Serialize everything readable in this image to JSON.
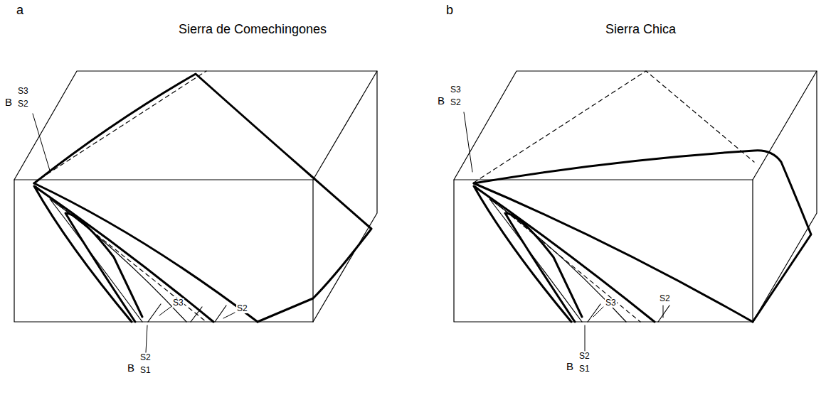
{
  "diagram": {
    "labels": [
      "a",
      "b",
      "Sierra de Comechingones",
      "Sierra Chica",
      "B",
      "S3",
      "S2",
      "S3",
      "S2",
      "B",
      "S2",
      "S1",
      "B",
      "S3",
      "S2",
      "S3",
      "S2",
      "B",
      "S2",
      "S1"
    ]
  }
}
